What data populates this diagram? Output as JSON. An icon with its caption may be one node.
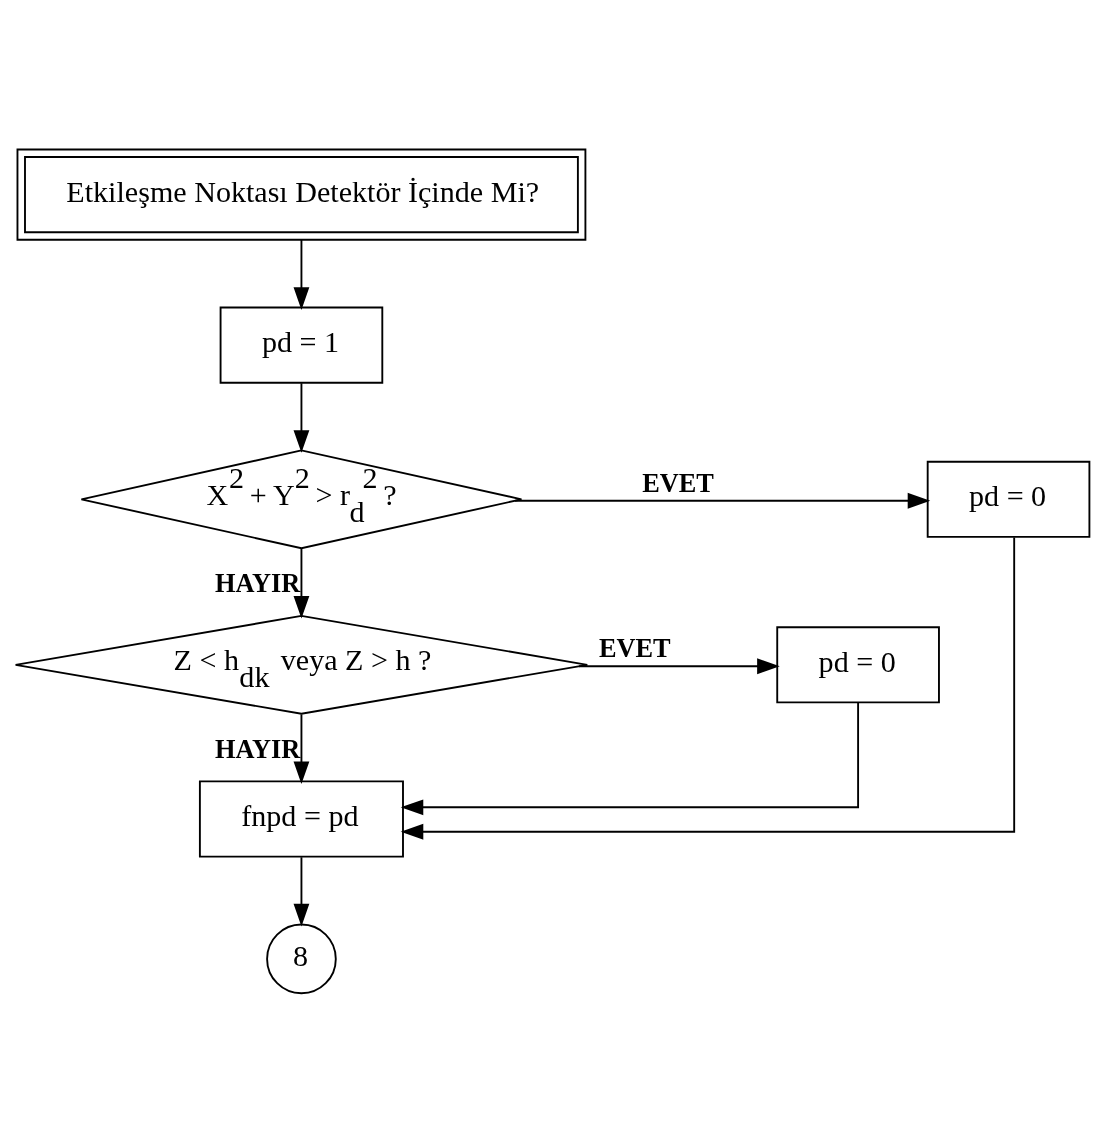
{
  "diagram": {
    "nodes": [
      {
        "text": [
          "Etkileşme Noktası Detektör İçinde Mi?"
        ]
      },
      {
        "text": [
          "pd = 1"
        ]
      },
      {
        "text": [
          "X$^{2}$ + Y$^{2}$ > r$_{d}$$^{2}$ ?"
        ]
      },
      {
        "text": [
          "pd = 0"
        ]
      },
      {
        "text": [
          "Z < h$_{dk}$ veya Z > h ?"
        ]
      },
      {
        "text": [
          "pd = 0"
        ]
      },
      {
        "text": [
          "fnpd = pd"
        ]
      },
      {
        "text": [
          "8"
        ]
      }
    ],
    "edges": [
      {
        "from": 0,
        "to": 1,
        "arrow": "to"
      },
      {
        "from": 1,
        "to": 2,
        "arrow": "to"
      },
      {
        "from": 2,
        "to": 3,
        "arrow": "to",
        "label": "EVET"
      },
      {
        "from": 2,
        "to": 4,
        "arrow": "to",
        "label": "HAYIR"
      },
      {
        "from": 4,
        "to": 5,
        "arrow": "to",
        "label": "EVET"
      },
      {
        "from": 4,
        "to": 6,
        "arrow": "to",
        "label": "HAYIR"
      },
      {
        "from": 3,
        "to": 6,
        "arrow": "to"
      },
      {
        "from": 5,
        "to": 6,
        "arrow": "to"
      },
      {
        "from": 6,
        "to": 7,
        "arrow": "to"
      }
    ]
  }
}
